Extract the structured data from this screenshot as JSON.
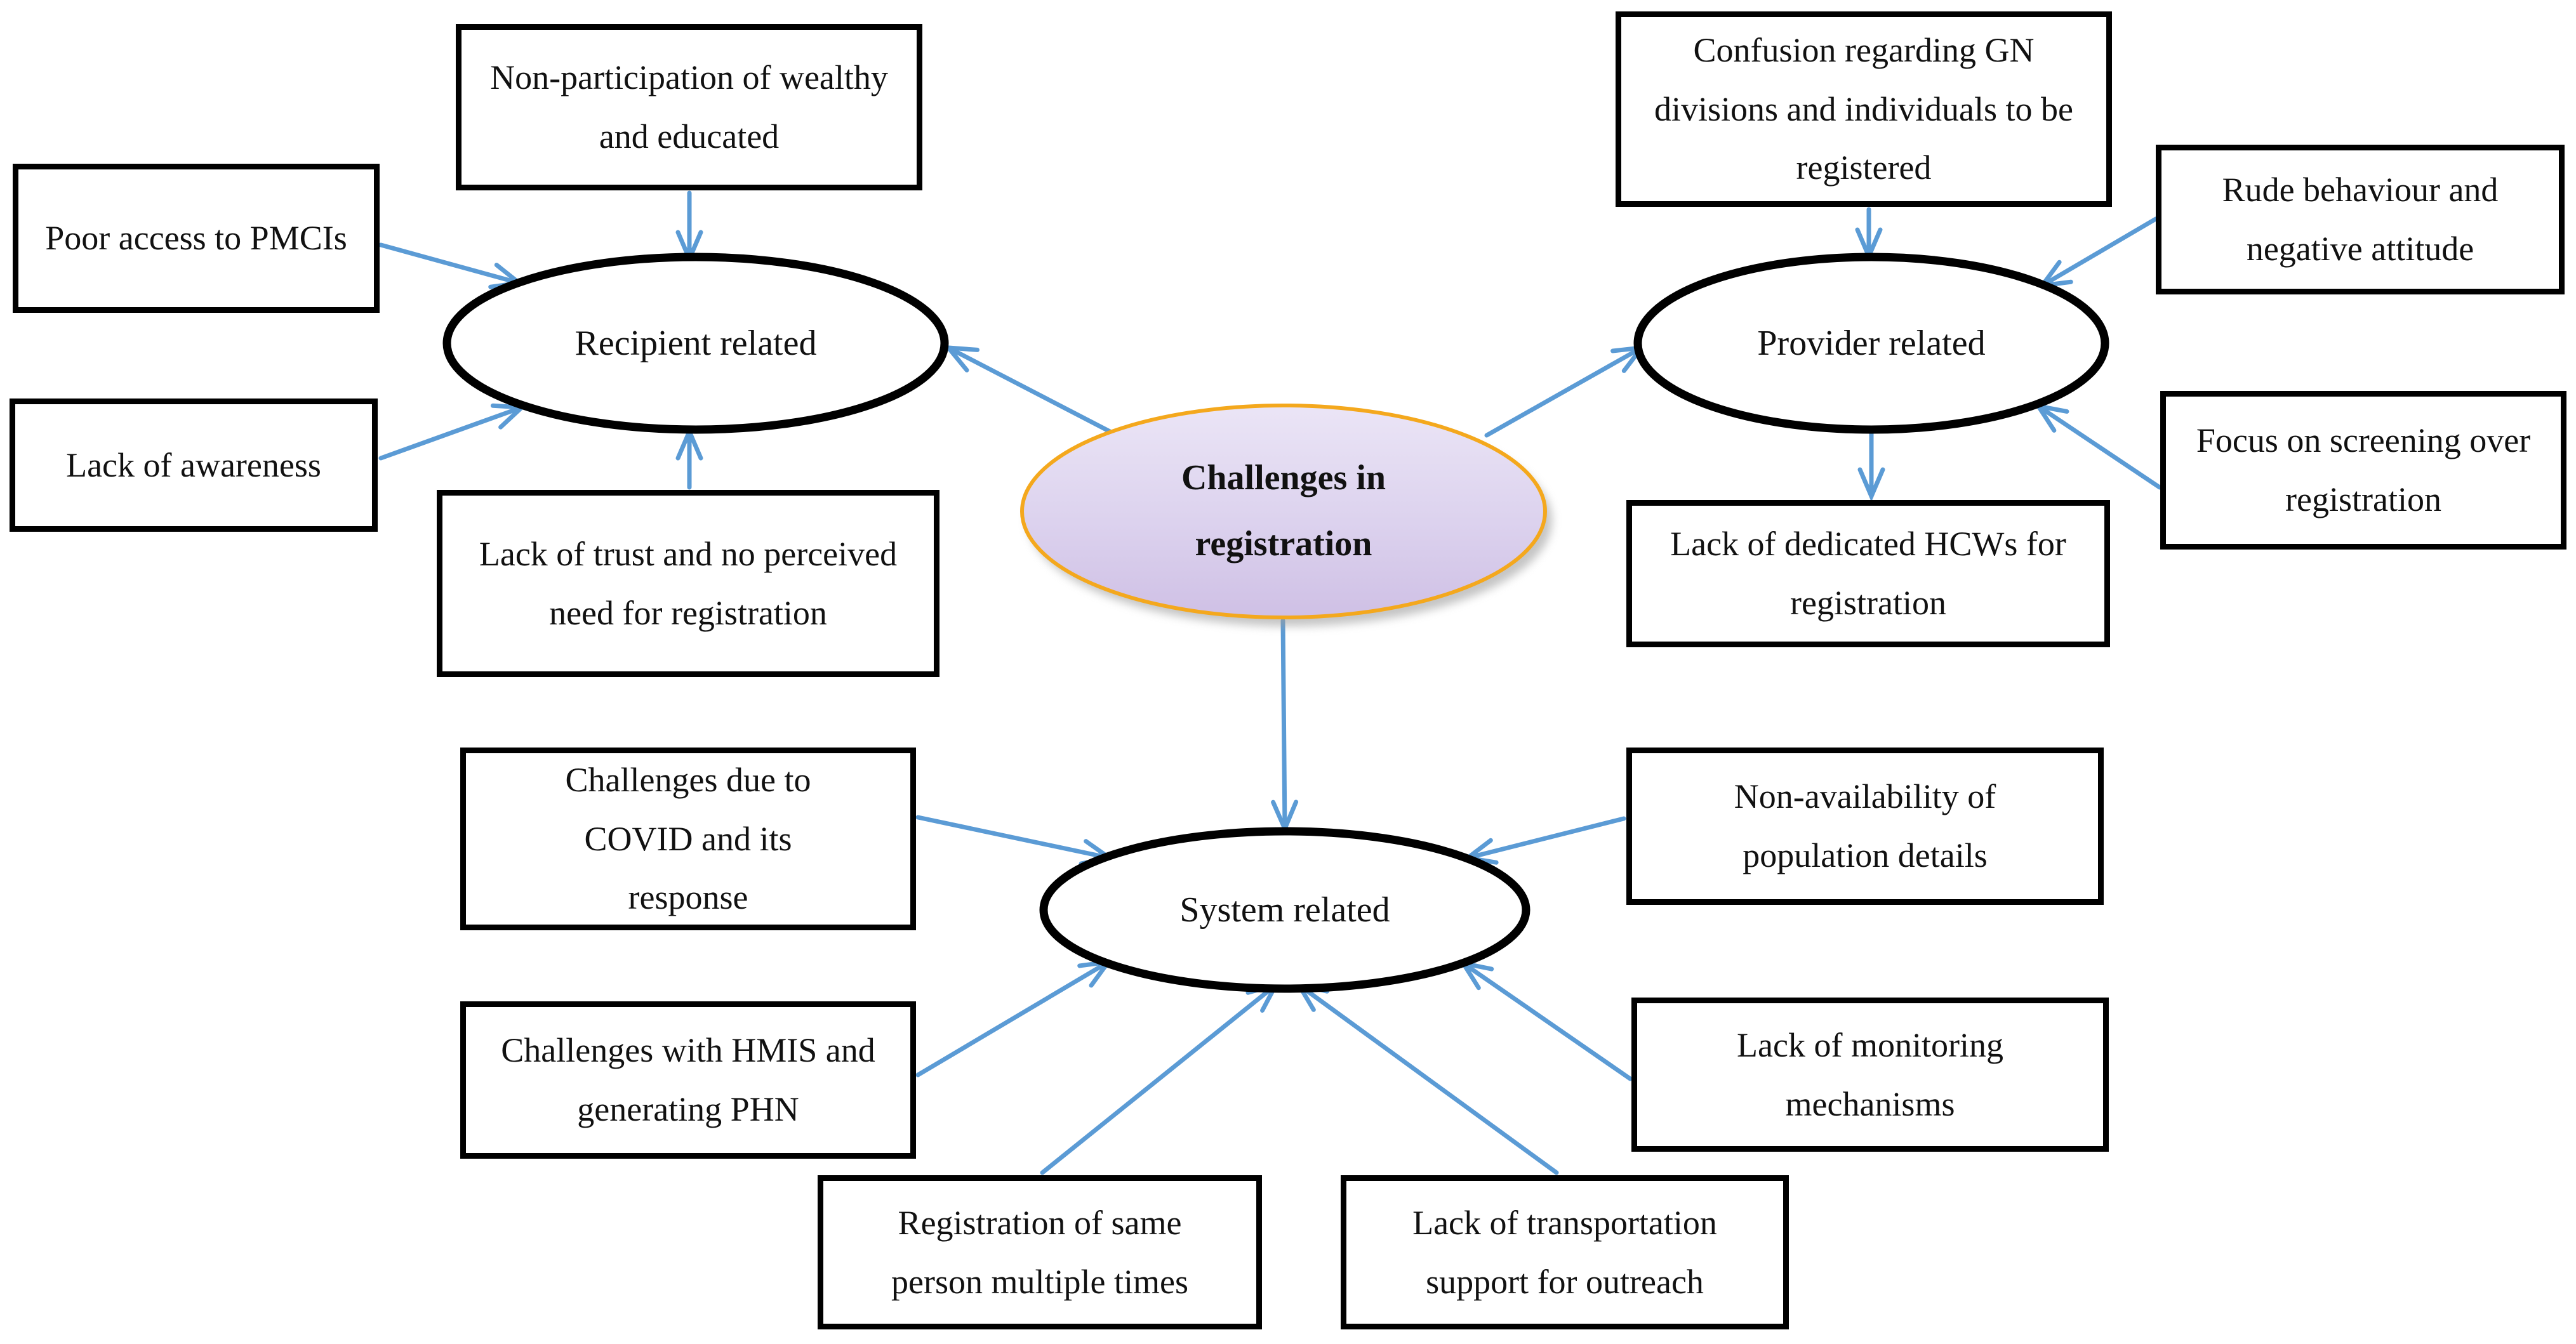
{
  "figure": {
    "title": "Challenges in registration",
    "type": "concept-map"
  },
  "center": {
    "label": "Challenges in registration"
  },
  "ellipses": {
    "recipient": "Recipient related",
    "provider": "Provider related",
    "system": "System related"
  },
  "boxes": {
    "non_participation": "Non-participation of wealthy and educated",
    "poor_access": "Poor access to PMCIs",
    "lack_awareness": "Lack of awareness",
    "lack_trust": "Lack of trust and no perceived need for registration",
    "confusion_gn": "Confusion regarding GN divisions and individuals to be registered",
    "rude_behaviour": "Rude behaviour and negative attitude",
    "focus_screening": "Focus on screening over registration",
    "lack_hcws": "Lack of dedicated HCWs for registration",
    "covid": "Challenges due to COVID and its response",
    "hmis_phn": "Challenges with HMIS and generating PHN",
    "same_person": "Registration of same person multiple times",
    "transport": "Lack of transportation support for outreach",
    "non_availability": "Non-availability of population details",
    "monitoring": "Lack of monitoring mechanisms"
  },
  "edges": [
    {
      "from": "non_participation",
      "to": "recipient"
    },
    {
      "from": "poor_access",
      "to": "recipient"
    },
    {
      "from": "lack_awareness",
      "to": "recipient"
    },
    {
      "from": "lack_trust",
      "to": "recipient"
    },
    {
      "from": "center",
      "to": "recipient"
    },
    {
      "from": "center",
      "to": "provider"
    },
    {
      "from": "center",
      "to": "system"
    },
    {
      "from": "confusion_gn",
      "to": "provider"
    },
    {
      "from": "rude_behaviour",
      "to": "provider"
    },
    {
      "from": "focus_screening",
      "to": "provider"
    },
    {
      "from": "provider",
      "to": "lack_hcws"
    },
    {
      "from": "covid",
      "to": "system"
    },
    {
      "from": "hmis_phn",
      "to": "system"
    },
    {
      "from": "same_person",
      "to": "system"
    },
    {
      "from": "transport",
      "to": "system"
    },
    {
      "from": "non_availability",
      "to": "system"
    },
    {
      "from": "monitoring",
      "to": "system"
    }
  ],
  "colors": {
    "arrow": "#5B9BD5",
    "box_border": "#000000",
    "ellipse_border": "#000000",
    "center_border": "#F4A81D",
    "center_fill_top": "#EBE5F6",
    "center_fill_bottom": "#CFC0E5",
    "center_shadow": "#9E9E9E",
    "background": "#FFFFFF"
  }
}
